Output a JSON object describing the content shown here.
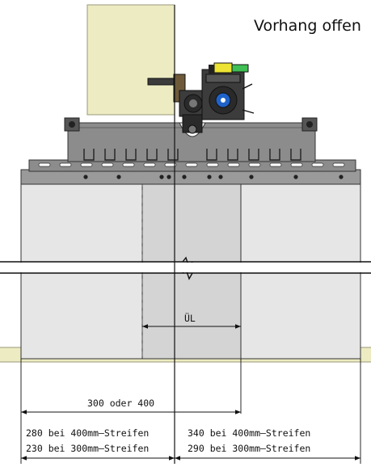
{
  "title": "Vorhang offen",
  "overlap_label": "ÜL",
  "dim_total": "300 oder 400",
  "left_dims": [
    "280 bei 400mm–Streifen",
    "230 bei 300mm–Streifen"
  ],
  "right_dims": [
    "340 bei 400mm–Streifen",
    "290 bei 300mm–Streifen"
  ],
  "colors": {
    "wall": "#ecebc2",
    "strip_light": "#e6e6e6",
    "strip_overlap": "#d4d4d4",
    "rail": "#8c8c8c",
    "motor": "#3c3c3c",
    "motor_cap": "#1f62c9",
    "accent_yellow": "#ece334",
    "accent_green": "#3fbf54"
  }
}
